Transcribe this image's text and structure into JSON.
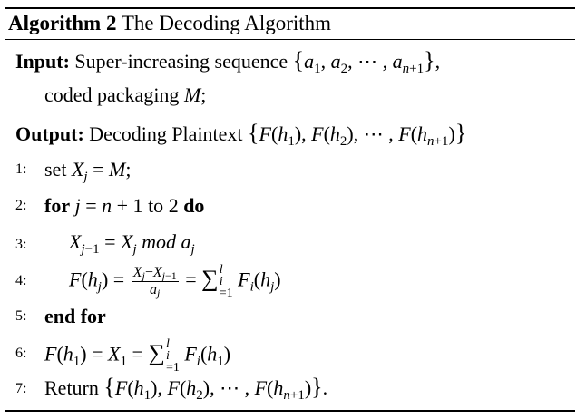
{
  "caption": {
    "label": "Algorithm 2",
    "title": "The Decoding Algorithm"
  },
  "input": {
    "label": "Input:",
    "text": "Super-increasing sequence",
    "seq": "{a₁, a₂, ⋯ , aₙ₊₁},",
    "text2": "coded packaging",
    "var": "M;"
  },
  "output": {
    "label": "Output:",
    "text": "Decoding Plaintext",
    "seq": "{F(h₁), F(h₂), ⋯ , F(hₙ₊₁)}"
  },
  "lines": [
    {
      "num": "1:",
      "text": "set Xj = M;"
    },
    {
      "num": "2:",
      "text": "for j = n + 1 to 2 do"
    },
    {
      "num": "3:",
      "text": "Xj−1 = Xj mod aj"
    },
    {
      "num": "4:",
      "text": "F(hj) = (Xj−Xj−1)/aj = Σ_{i=1}^{l} Fi(hj)"
    },
    {
      "num": "5:",
      "text": "end for"
    },
    {
      "num": "6:",
      "text": "F(h1) = X1 = Σ_{i=1}^{l} Fi(h1)"
    },
    {
      "num": "7:",
      "text": "Return {F(h1), F(h2), ⋯ , F(hn+1)}."
    }
  ],
  "keywords": {
    "for": "for",
    "do": "do",
    "end_for": "end for",
    "set": "set",
    "to": "to",
    "return": "Return",
    "mod": "mod"
  }
}
